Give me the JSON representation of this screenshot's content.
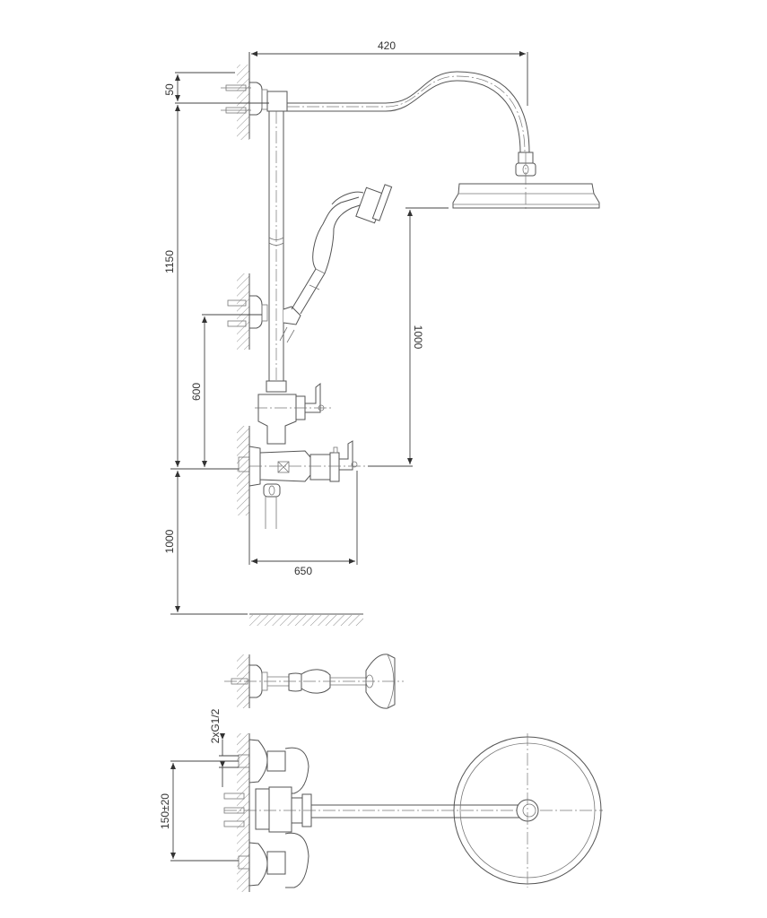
{
  "drawing": {
    "subject": "Exposed thermostatic shower set with overhead rain shower and hand shower",
    "views": [
      "side elevation",
      "top view"
    ],
    "line_color": "#555555",
    "background": "#ffffff"
  },
  "dimensions": {
    "arm_length": "420",
    "wall_bracket_spacing": "50",
    "total_height_valve_to_top": "1150",
    "bracket_height_above_valve": "600",
    "head_height_above_valve": "1000",
    "valve_height_from_floor": "1000",
    "projection": "650",
    "inlet_thread": "2xG1/2",
    "inlet_centres": "150±20"
  }
}
